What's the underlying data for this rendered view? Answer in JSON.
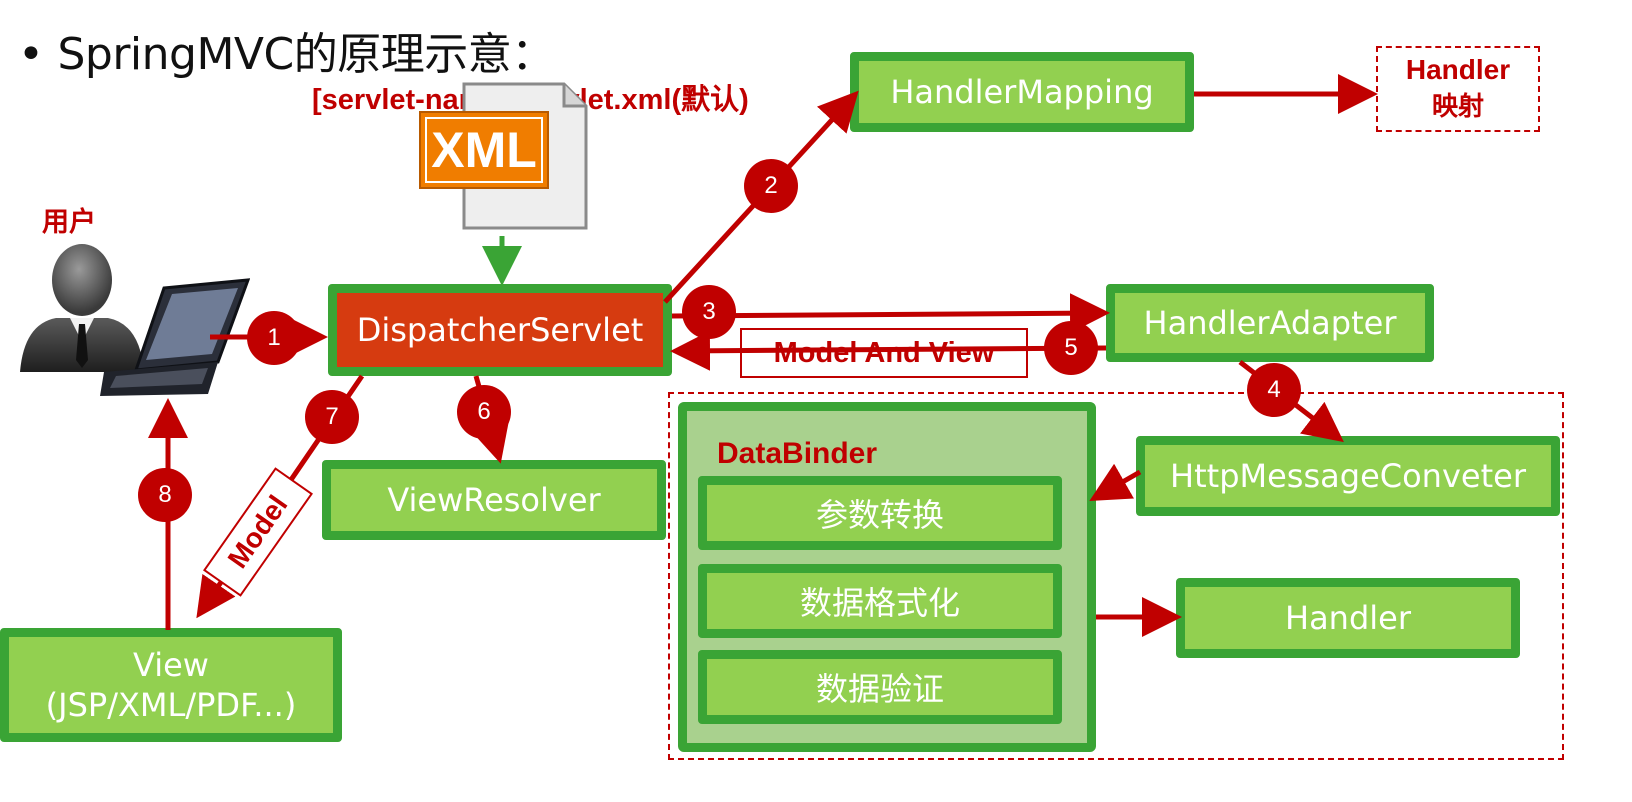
{
  "title": {
    "bullet": "•",
    "text": "SpringMVC的原理示意："
  },
  "config_file": {
    "label": "[servlet-name]-servlet.xml(默认)",
    "icon_text": "XML"
  },
  "user": {
    "label": "用户"
  },
  "dispatcher": {
    "label": "DispatcherServlet"
  },
  "handler_mapping": {
    "label": "HandlerMapping"
  },
  "handler_mapping_target": {
    "line1": "Handler",
    "line2": "映射"
  },
  "handler_adapter": {
    "label": "HandlerAdapter"
  },
  "model_and_view": {
    "label": "Model And View"
  },
  "http_message_converter": {
    "label": "HttpMessageConveter"
  },
  "data_binder": {
    "label": "DataBinder",
    "items": [
      "参数转换",
      "数据格式化",
      "数据验证"
    ]
  },
  "handler": {
    "label": "Handler"
  },
  "view_resolver": {
    "label": "ViewResolver"
  },
  "model_label": {
    "label": "Model"
  },
  "view": {
    "line1": "View",
    "line2": "(JSP/XML/PDF...)"
  },
  "steps": [
    "1",
    "2",
    "3",
    "4",
    "5",
    "6",
    "7",
    "8"
  ],
  "colors": {
    "green_fill": "#92d050",
    "green_border": "#3aa435",
    "dispatcher_fill": "#d63b10",
    "arrow_red": "#c00000",
    "xml_orange": "#f07d00"
  }
}
